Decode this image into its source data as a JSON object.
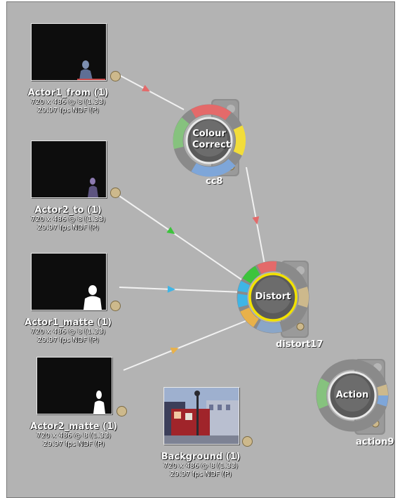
{
  "clips": [
    {
      "id": "actor1_from",
      "name": "Actor1_from (1)",
      "meta1": "720 x 486 @ 8 (1.33)",
      "meta2": "29.97 fps NDF (P)"
    },
    {
      "id": "actor2_to",
      "name": "Actor2_to (1)",
      "meta1": "720 x 486 @ 8 (1.33)",
      "meta2": "29.97 fps NDF (P)"
    },
    {
      "id": "actor1_matte",
      "name": "Actor1_matte (1)",
      "meta1": "720 x 486 @ 8 (1.33)",
      "meta2": "29.97 fps NDF (P)"
    },
    {
      "id": "actor2_matte",
      "name": "Actor2_matte (1)",
      "meta1": "720 x 486 @ 8 (1.33)",
      "meta2": "29.97 fps NDF (P)"
    },
    {
      "id": "background",
      "name": "Background (1)",
      "meta1": "720 x 486 @ 8 (1.33)",
      "meta2": "29.97 fps NDF (P)"
    }
  ],
  "nodes": [
    {
      "id": "cc8",
      "title": "Colour Correct",
      "label": "cc8"
    },
    {
      "id": "distort17",
      "title": "Distort",
      "label": "distort17"
    },
    {
      "id": "action9",
      "title": "Action",
      "label": "action9"
    }
  ],
  "colors": {
    "canvas": "#b3b3b3",
    "link": "#f2f2f2",
    "port_red": "#e46a6a",
    "port_green": "#86c27e",
    "port_blue": "#7ea6d9",
    "port_yellow": "#f2dd3a",
    "port_orange": "#e8b14a",
    "port_cyan": "#3fb5e6",
    "port_tan": "#cdb98c",
    "output_port": "#cdb98c",
    "selected_ring": "#f2e200"
  },
  "edges": [
    {
      "from": "actor1_from",
      "to": "cc8",
      "arrow_color": "#e46a6a"
    },
    {
      "from": "cc8",
      "to": "distort17",
      "arrow_color": "#e46a6a"
    },
    {
      "from": "actor2_to",
      "to": "distort17",
      "arrow_color": "#3cc43c"
    },
    {
      "from": "actor1_matte",
      "to": "distort17",
      "arrow_color": "#3fb5e6"
    },
    {
      "from": "actor2_matte",
      "to": "distort17",
      "arrow_color": "#e8b14a"
    }
  ]
}
